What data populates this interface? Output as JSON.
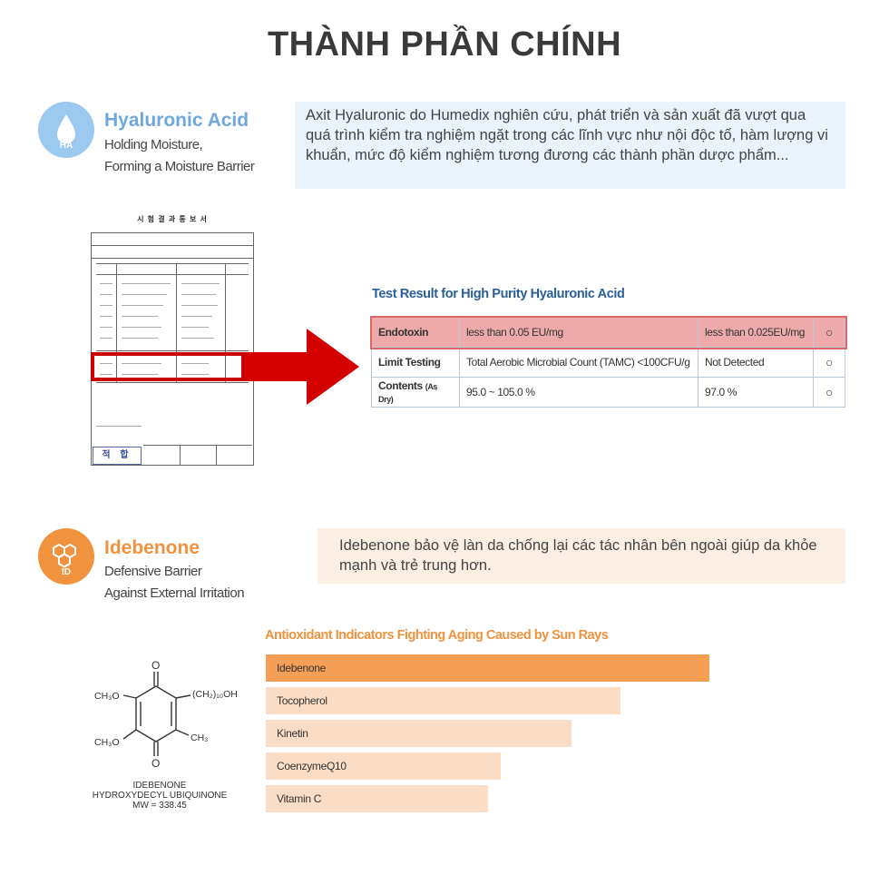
{
  "page": {
    "title": "THÀNH PHẦN CHÍNH"
  },
  "hyaluronic": {
    "name": "Hyaluronic Acid",
    "subtitle_1": "Holding Moisture,",
    "subtitle_2": "Forming a Moisture Barrier",
    "icon_tag": "HA",
    "description": "Axit Hyaluronic do Humedix nghiên cứu, phát triển và sản xuất đã vượt qua quá trình kiểm tra nghiệm ngặt trong các lĩnh vực như nội độc tố,  hàm lượng vi khuẩn, mức độ kiểm nghiệm tương đương các thành phần dược phẩm...",
    "accent_color": "#6fa8dc",
    "document": {
      "heading": "시 험 결 과 통 보 서",
      "stamp": "적 합"
    },
    "test_result": {
      "title": "Test Result for High Purity Hyaluronic Acid",
      "rows": [
        {
          "item": "Endotoxin",
          "item_note": "",
          "spec": "less than 0.05 EU/mg",
          "result": "less than 0.025EU/mg",
          "mark": "○"
        },
        {
          "item": "Limit Testing",
          "item_note": "",
          "spec": "Total Aerobic Microbial Count (TAMC) <100CFU/g",
          "result": "Not Detected",
          "mark": "○"
        },
        {
          "item": "Contents",
          "item_note": "(As Dry)",
          "spec": "95.0 ~ 105.0 %",
          "result": "97.0 %",
          "mark": "○"
        }
      ]
    }
  },
  "idebenone": {
    "name": "Idebenone",
    "subtitle_1": "Defensive Barrier",
    "subtitle_2": "Against External Irritation",
    "icon_tag": "ID",
    "description": "Idebenone bảo vệ làn da chống lại các tác nhân bên ngoài giúp da khỏe mạnh và trẻ trung hơn.",
    "accent_color": "#f0923e",
    "structure": {
      "o_top": "O",
      "o_bottom": "O",
      "ch3o_top": "CH₃O",
      "ch3o_bottom": "CH₃O",
      "side_chain": "(CH₂)₁₀OH",
      "ch3": "CH₃",
      "caption_1": "IDEBENONE",
      "caption_2": "HYDROXYDECYL UBIQUINONE",
      "caption_3": "MW = 338.45"
    }
  },
  "chart_data": {
    "type": "bar",
    "title": "Antioxidant Indicators Fighting Aging Caused by Sun Rays",
    "categories": [
      "Idebenone",
      "Tocopherol",
      "Kinetin",
      "CoenzymeQ10",
      "Vitamin C"
    ],
    "values": [
      100,
      80,
      69,
      53,
      50
    ],
    "highlight_color": "#f59e55",
    "bar_color": "#fbdcc4",
    "xlim": [
      0,
      100
    ]
  }
}
